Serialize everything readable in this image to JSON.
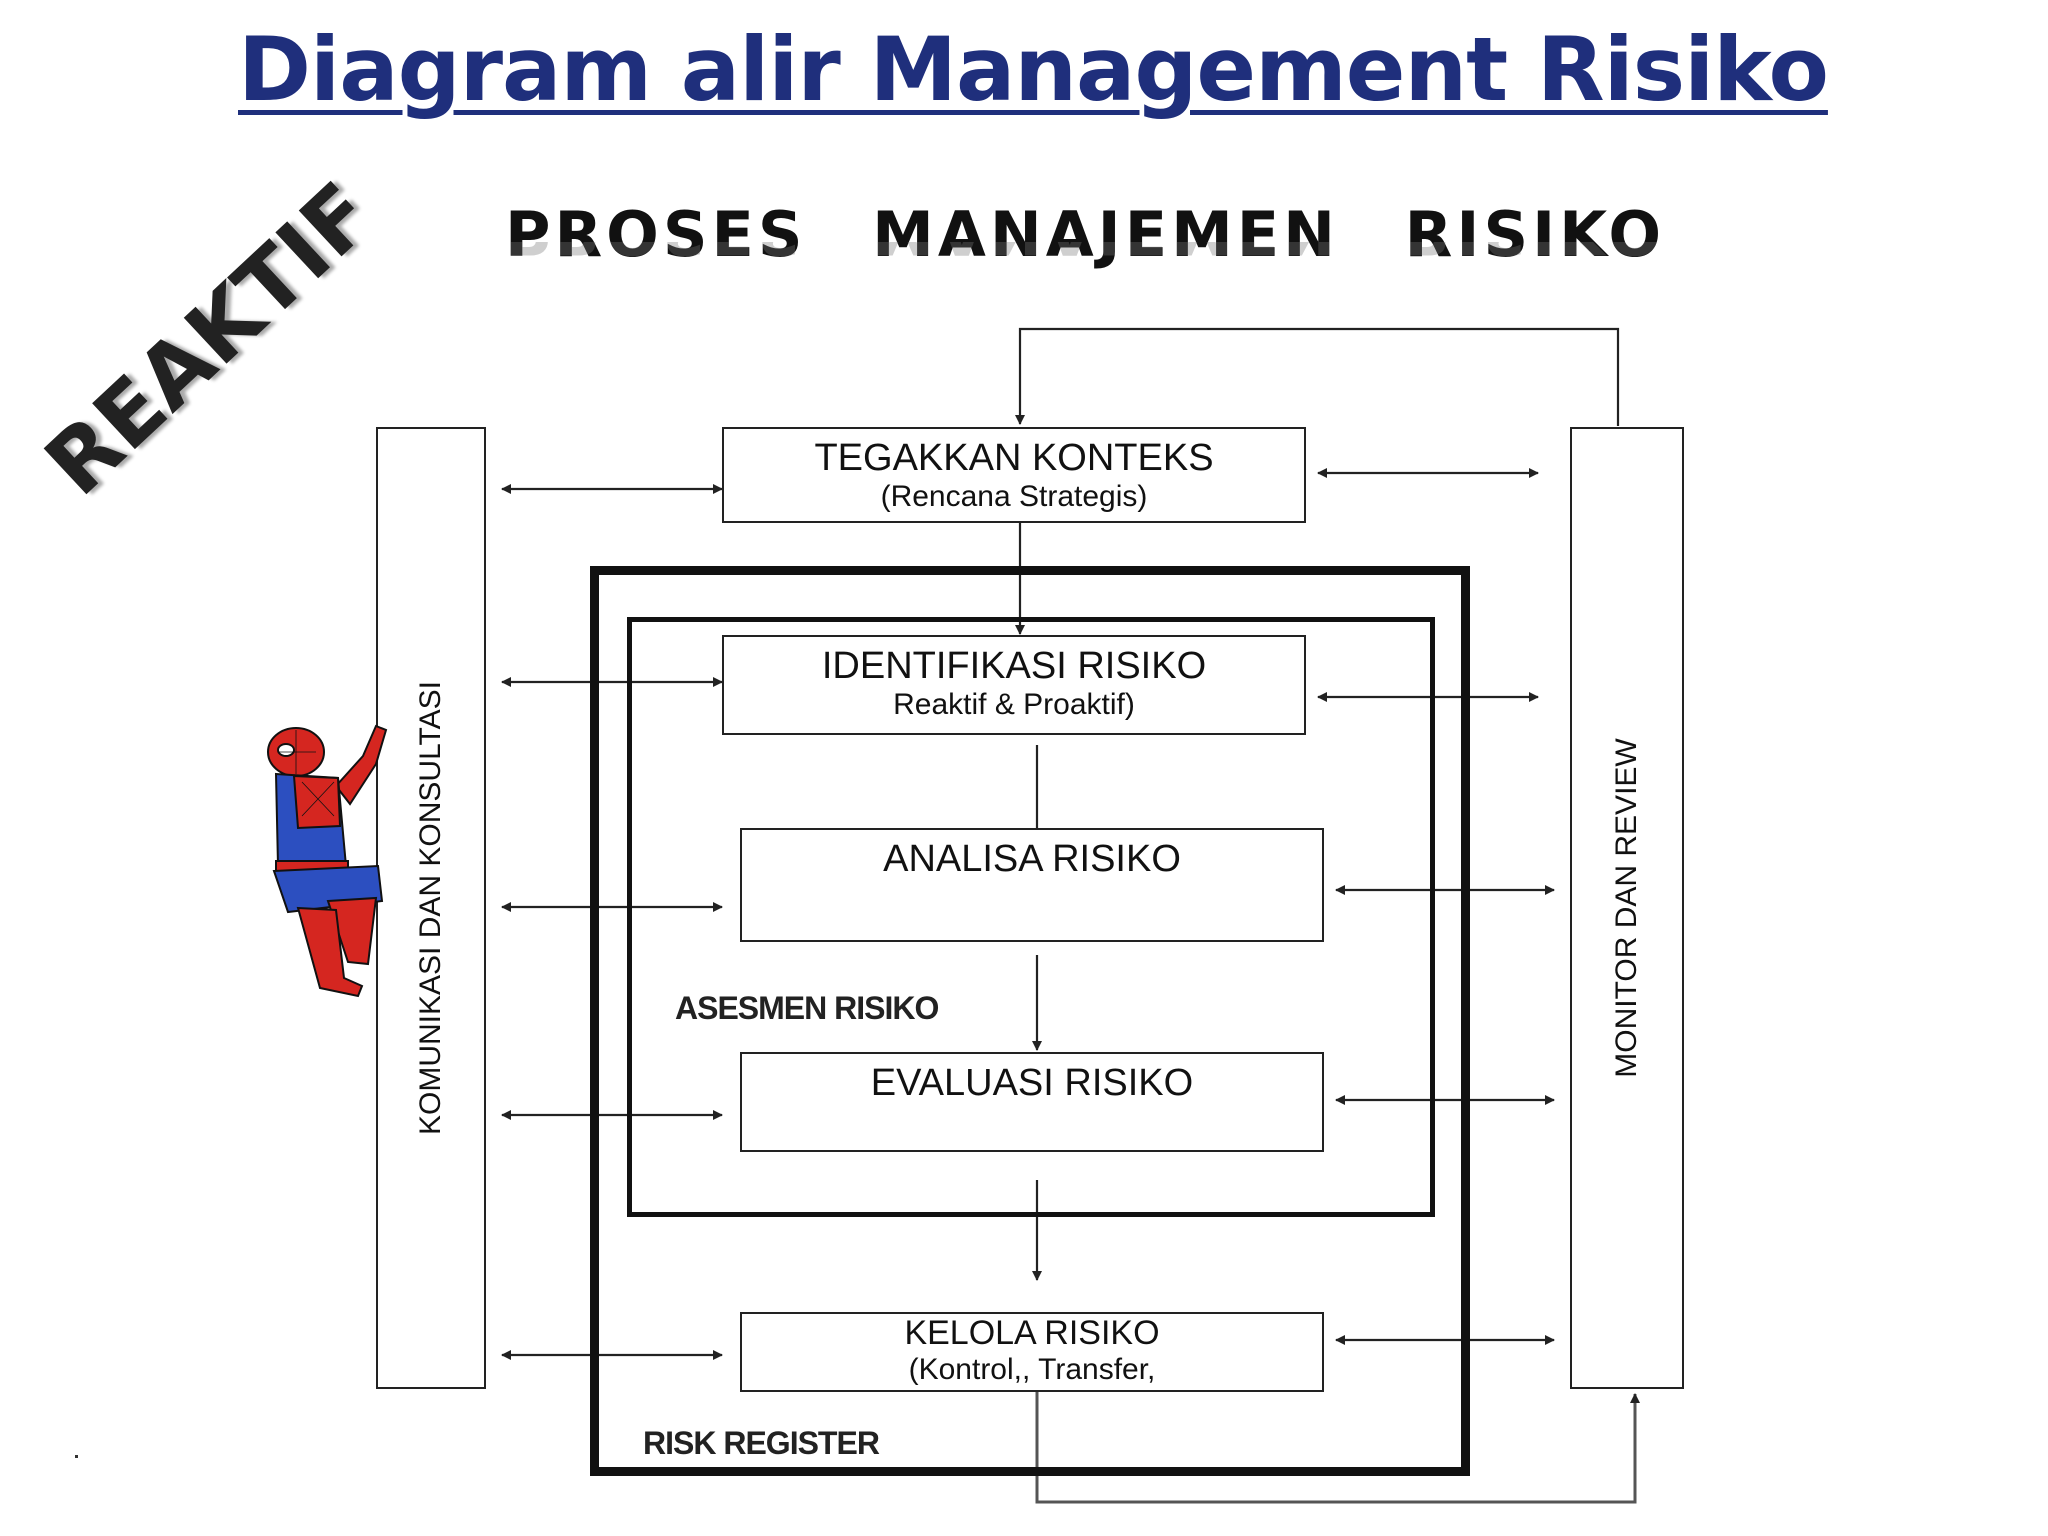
{
  "title": "Diagram alir Management Risiko",
  "subtitle": "PROSES MANAJEMEN RISIKO",
  "badge": "REAKTIF",
  "left_panel": "KOMUNIKASI DAN KONSULTASI",
  "right_panel": "MONITOR DAN REVIEW",
  "steps": [
    {
      "title": "TEGAKKAN KONTEKS",
      "sub": "(Rencana Strategis)"
    },
    {
      "title": "IDENTIFIKASI RISIKO",
      "sub": "Reaktif & Proaktif)"
    },
    {
      "title": "ANALISA RISIKO",
      "sub": ""
    },
    {
      "title": "EVALUASI RISIKO",
      "sub": ""
    },
    {
      "title": "KELOLA RISIKO",
      "sub": "(Kontrol,, Transfer,"
    }
  ],
  "labels": {
    "assessment": "ASESMEN RISIKO",
    "register": "RISK REGISTER"
  },
  "colors": {
    "title": "#1f2f7c",
    "lines": "#222222"
  },
  "icons": {
    "figure": "spiderman-climbing-figure"
  }
}
